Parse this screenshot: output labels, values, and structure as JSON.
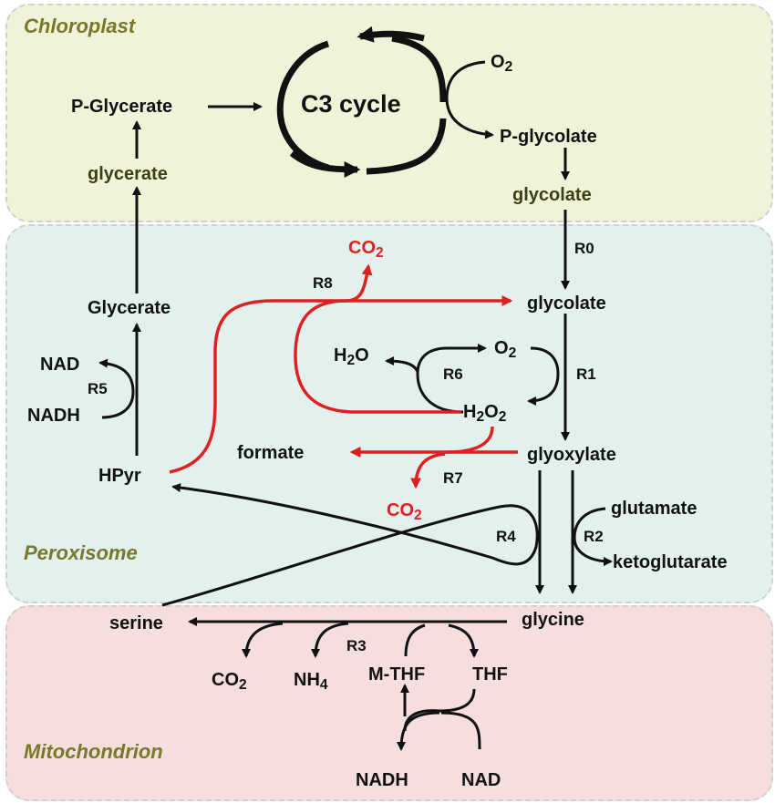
{
  "compartments": {
    "chloroplast": "Chloroplast",
    "peroxisome": "Peroxisome",
    "mitochondrion": "Mitochondrion"
  },
  "metabolites": {
    "c3_cycle": "C3 cycle",
    "o2_top": "O",
    "o2_top_sub": "2",
    "p_glycerate": "P-Glycerate",
    "p_glycolate": "P-glycolate",
    "glycerate_chloro": "glycerate",
    "glycolate_chloro": "glycolate",
    "glycolate_perox": "glycolate",
    "glycerate_perox": "Glycerate",
    "co2_top": "CO",
    "co2_top_sub": "2",
    "h2o_h": "H",
    "h2o_sub": "2",
    "h2o_o": "O",
    "o2_perox": "O",
    "o2_perox_sub": "2",
    "h2o2_h": "H",
    "h2o2_sub1": "2",
    "h2o2_o": "O",
    "h2o2_sub2": "2",
    "nad_perox": "NAD",
    "nadh_perox": "NADH",
    "hpyr": "HPyr",
    "formate": "formate",
    "glyoxylate": "glyoxylate",
    "co2_perox": "CO",
    "co2_perox_sub": "2",
    "glutamate": "glutamate",
    "ketoglutarate": "ketoglutarate",
    "serine": "serine",
    "glycine": "glycine",
    "co2_mito": "CO",
    "co2_mito_sub": "2",
    "nh4": "NH",
    "nh4_sub": "4",
    "m_thf": "M-THF",
    "thf": "THF",
    "nadh_mito": "NADH",
    "nad_mito": "NAD"
  },
  "reactions": {
    "r0": "R0",
    "r1": "R1",
    "r2": "R2",
    "r3": "R3",
    "r4": "R4",
    "r5": "R5",
    "r6": "R6",
    "r7": "R7",
    "r8": "R8"
  },
  "colors": {
    "highlight": "#e02020",
    "default_arrow": "#111111",
    "chloroplast_bg": "#f1f3d9",
    "peroxisome_bg": "#e3f1ee",
    "mitochondrion_bg": "#f6dede"
  }
}
